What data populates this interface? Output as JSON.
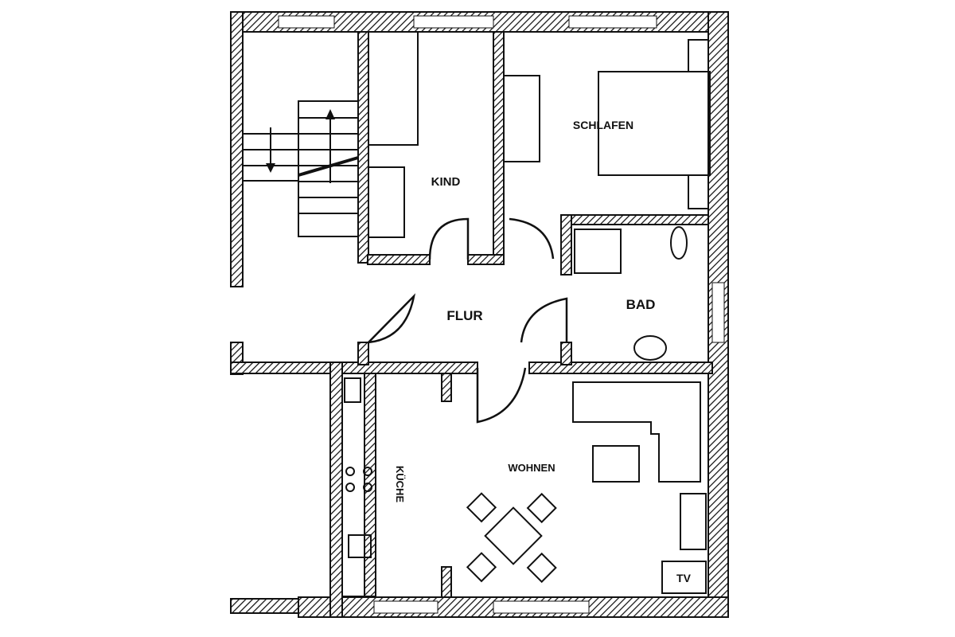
{
  "floor_plan": {
    "rooms": {
      "schlafen": "SCHLAFEN",
      "kind": "KIND",
      "flur": "FLUR",
      "bad": "BAD",
      "wohnen": "WOHNEN",
      "kueche": "KÜCHE"
    },
    "furniture": {
      "tv": "TV"
    },
    "colors": {
      "ink": "#111111",
      "background": "#ffffff"
    }
  }
}
